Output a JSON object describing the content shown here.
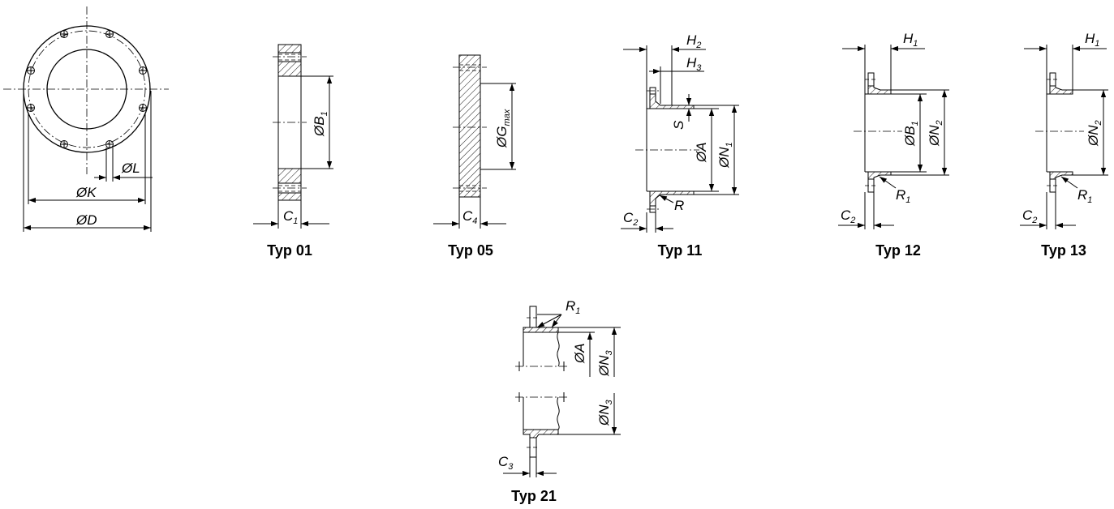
{
  "labels": {
    "front": {
      "L": "L",
      "K": "K",
      "D": "D"
    },
    "t01": {
      "B1": "B",
      "B1s": "1",
      "C1": "C",
      "C1s": "1",
      "cap": "Typ 01"
    },
    "t05": {
      "G": "G",
      "Gs": "max",
      "C4": "C",
      "C4s": "4",
      "cap": "Typ 05"
    },
    "t11": {
      "H2": "H",
      "H2s": "2",
      "H3": "H",
      "H3s": "3",
      "S": "S",
      "A": "A",
      "N1": "N",
      "N1s": "1",
      "C2": "C",
      "C2s": "2",
      "R": "R",
      "cap": "Typ 11"
    },
    "t12": {
      "H1": "H",
      "H1s": "1",
      "B1": "B",
      "B1s": "1",
      "N2": "N",
      "N2s": "2",
      "R1": "R",
      "R1s": "1",
      "C2": "C",
      "C2s": "2",
      "cap": "Typ 12"
    },
    "t13": {
      "H1": "H",
      "H1s": "1",
      "N2": "N",
      "N2s": "2",
      "R1": "R",
      "R1s": "1",
      "C2": "C",
      "C2s": "2",
      "cap": "Typ 13"
    },
    "t21": {
      "R1": "R",
      "R1s": "1",
      "A": "A",
      "N3a": "N",
      "N3as": "3",
      "N3b": "N",
      "N3bs": "3",
      "C3": "C",
      "C3s": "3",
      "cap": "Typ 21"
    }
  }
}
